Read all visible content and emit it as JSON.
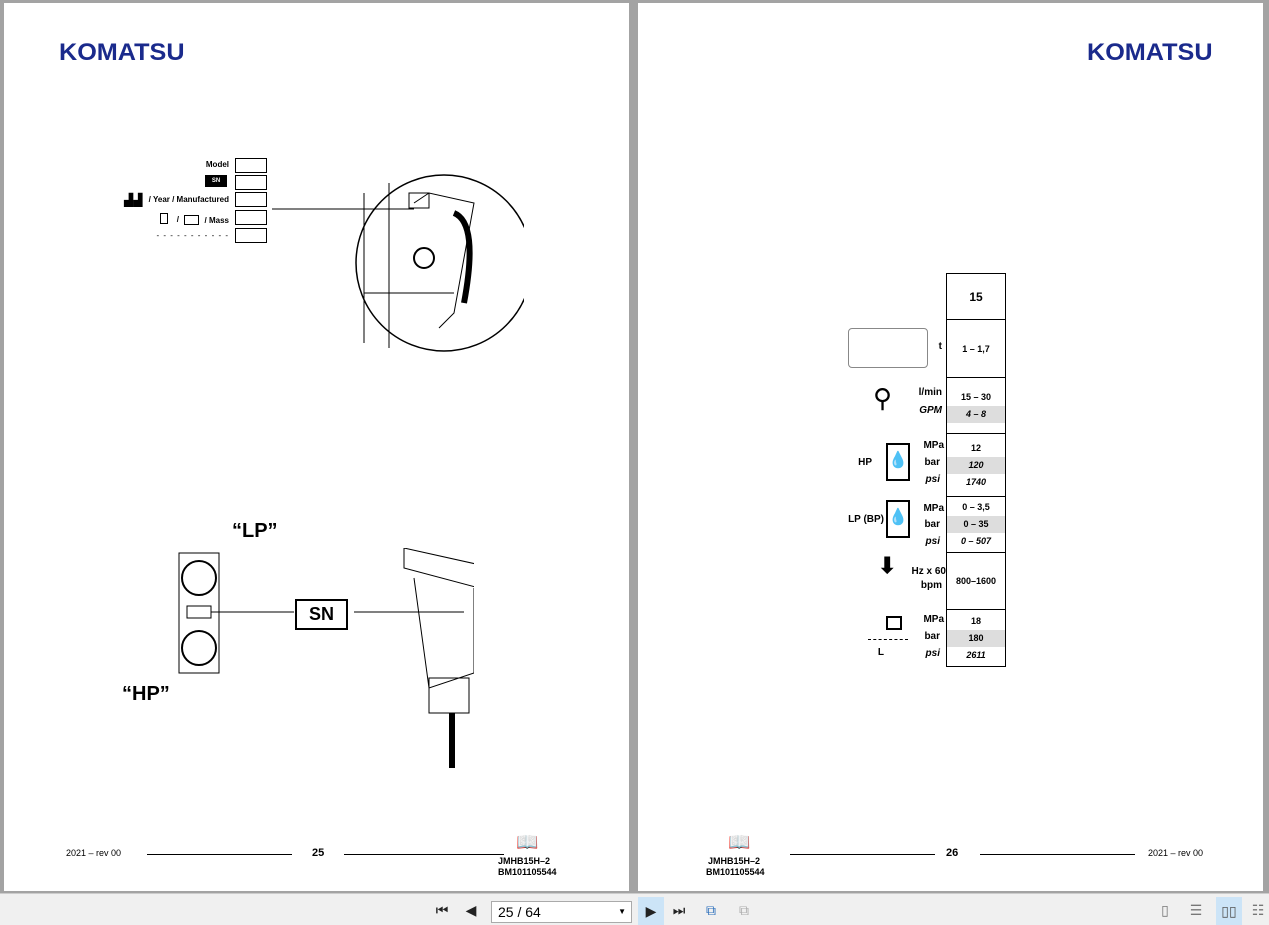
{
  "brand": "KOMATSU",
  "left_page": {
    "plate_labels": [
      "Model",
      "SN",
      "/ Year / Manufactured",
      "/",
      "/ Mass",
      "- - - - - - - - - - -"
    ],
    "lp_label": "“LP”",
    "hp_label": "“HP”",
    "sn_label": "SN",
    "footer": {
      "date": "2021 – rev 00",
      "page": "25",
      "doc1": "JMHB15H–2",
      "doc2": "BM101105544"
    }
  },
  "right_page": {
    "model": "15",
    "rows": [
      {
        "units": [
          "t"
        ],
        "values": [
          "1 – 1,7"
        ],
        "shaded": [
          false
        ]
      },
      {
        "units": [
          "l/min",
          "GPM"
        ],
        "values": [
          "15 – 30",
          "4 – 8"
        ],
        "shaded": [
          false,
          true
        ]
      },
      {
        "prefix": "HP",
        "units": [
          "MPa",
          "bar",
          "psi"
        ],
        "values": [
          "12",
          "120",
          "1740"
        ],
        "shaded": [
          false,
          true,
          false
        ]
      },
      {
        "prefix": "LP (BP)",
        "units": [
          "MPa",
          "bar",
          "psi"
        ],
        "values": [
          "0 – 3,5",
          "0 – 35",
          "0 – 507"
        ],
        "shaded": [
          false,
          true,
          false
        ]
      },
      {
        "units": [
          "Hz x 60",
          "bpm"
        ],
        "values": [
          "800–1600"
        ],
        "shaded": [
          false
        ]
      },
      {
        "prefix": "L",
        "units": [
          "MPa",
          "bar",
          "psi"
        ],
        "values": [
          "18",
          "180",
          "2611"
        ],
        "shaded": [
          false,
          true,
          false
        ]
      }
    ],
    "footer": {
      "date": "2021 – rev 00",
      "page": "26",
      "doc1": "JMHB15H–2",
      "doc2": "BM101105544"
    }
  },
  "toolbar": {
    "page_indicator": "25 / 64"
  }
}
